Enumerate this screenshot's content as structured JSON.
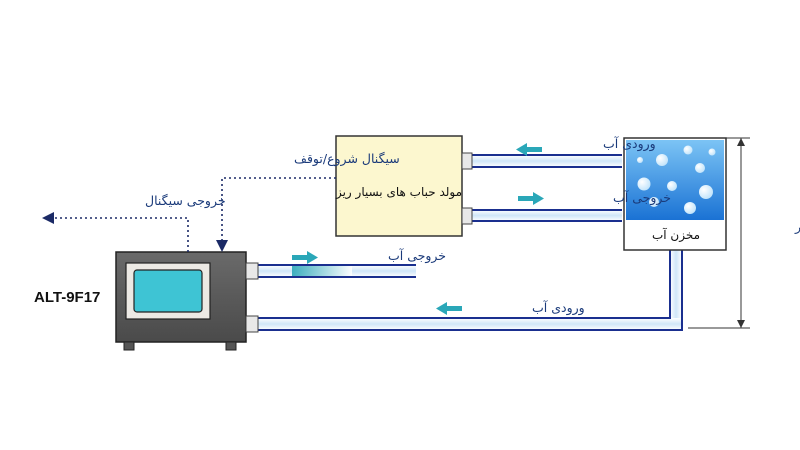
{
  "diagram": {
    "device_model": "ALT-9F17",
    "generator_label": "مولد حباب های بسیار ریز",
    "tank_label": "مخزن آب",
    "start_stop_signal": "سیگنال شروع/توقف",
    "signal_output": "خروجی سیگنال",
    "water_inlet_top": "ورودی آب",
    "water_outlet_top": "خروجی آب",
    "water_outlet_device": "خروجی آب",
    "water_inlet_bottom": "ورودی آب",
    "head_label": "سر",
    "colors": {
      "pipe_edge": "#1a2f8f",
      "pipe_fill": "#d9ecfa",
      "flow_arrow": "#2aa7b8",
      "signal_line": "#1b2a66",
      "generator_fill": "#fcf7cf",
      "device_body": "#5a5a5a",
      "device_screen": "#3ec4d4",
      "water": "#2f8fe0"
    }
  }
}
